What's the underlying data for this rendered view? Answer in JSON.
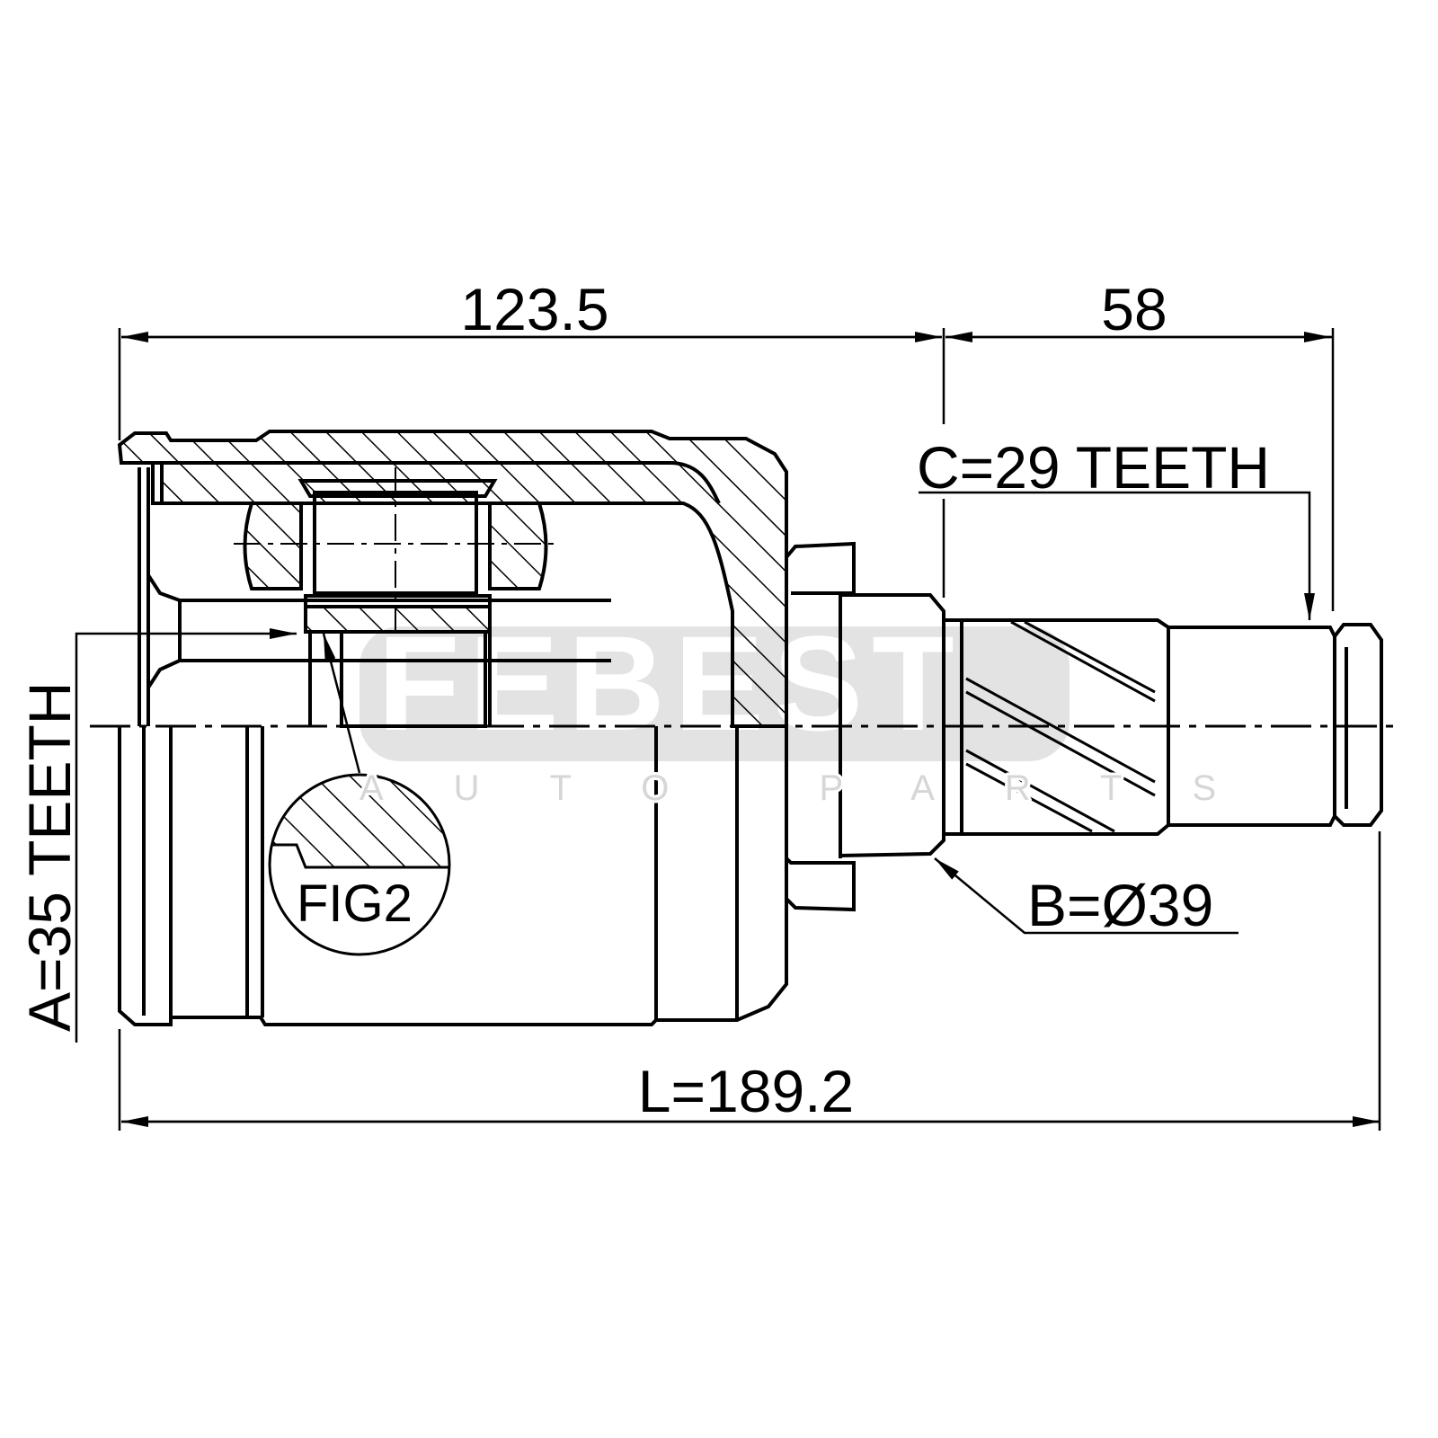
{
  "drawing": {
    "dimension_top_left": "123.5",
    "dimension_top_right": "58",
    "spline_outer_label": "C=29 TEETH",
    "spline_inner_label": "A=35 TEETH",
    "diameter_label": "B=Ø39",
    "overall_length_label": "L=189.2",
    "detail_label": "FIG2"
  },
  "watermark": {
    "brand": "FEBEST",
    "tagline": "AUTO PARTS"
  },
  "colors": {
    "line": "#000000",
    "watermark_band": "#e3e3e3"
  }
}
